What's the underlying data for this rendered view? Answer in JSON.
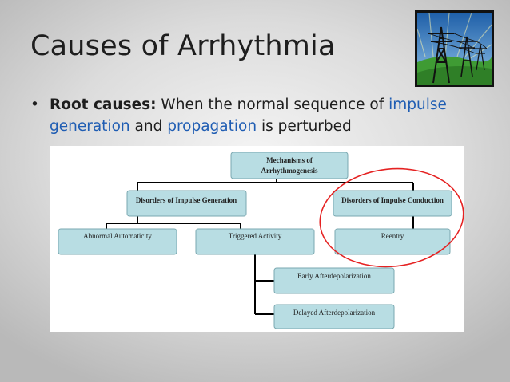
{
  "slide": {
    "title": "Causes of Arrhythmia",
    "bullet": {
      "marker": "•",
      "lead": "Root causes:",
      "text_1": " When the normal sequence of ",
      "term_1": "impulse generation",
      "text_2": " and ",
      "term_2": "propagation",
      "text_3": " is perturbed"
    },
    "logo_icon": "power-transmission-tower-icon"
  },
  "diagram": {
    "nodes": {
      "root": {
        "line1": "Mechanisms of",
        "line2": "Arrhythmogenesis"
      },
      "generation": {
        "label": "Disorders of Impulse Generation"
      },
      "conduction": {
        "label": "Disorders of Impulse Conduction"
      },
      "automaticity": {
        "label": "Abnormal Automaticity"
      },
      "triggered": {
        "label": "Triggered Activity"
      },
      "reentry": {
        "label": "Reentry"
      },
      "early": {
        "label": "Early Afterdepolarization"
      },
      "delayed": {
        "label": "Delayed Afterdepolarization"
      }
    },
    "colors": {
      "box_fill": "#b8dde3",
      "highlight": "#e52222",
      "term_blue": "#1f5db3"
    }
  }
}
